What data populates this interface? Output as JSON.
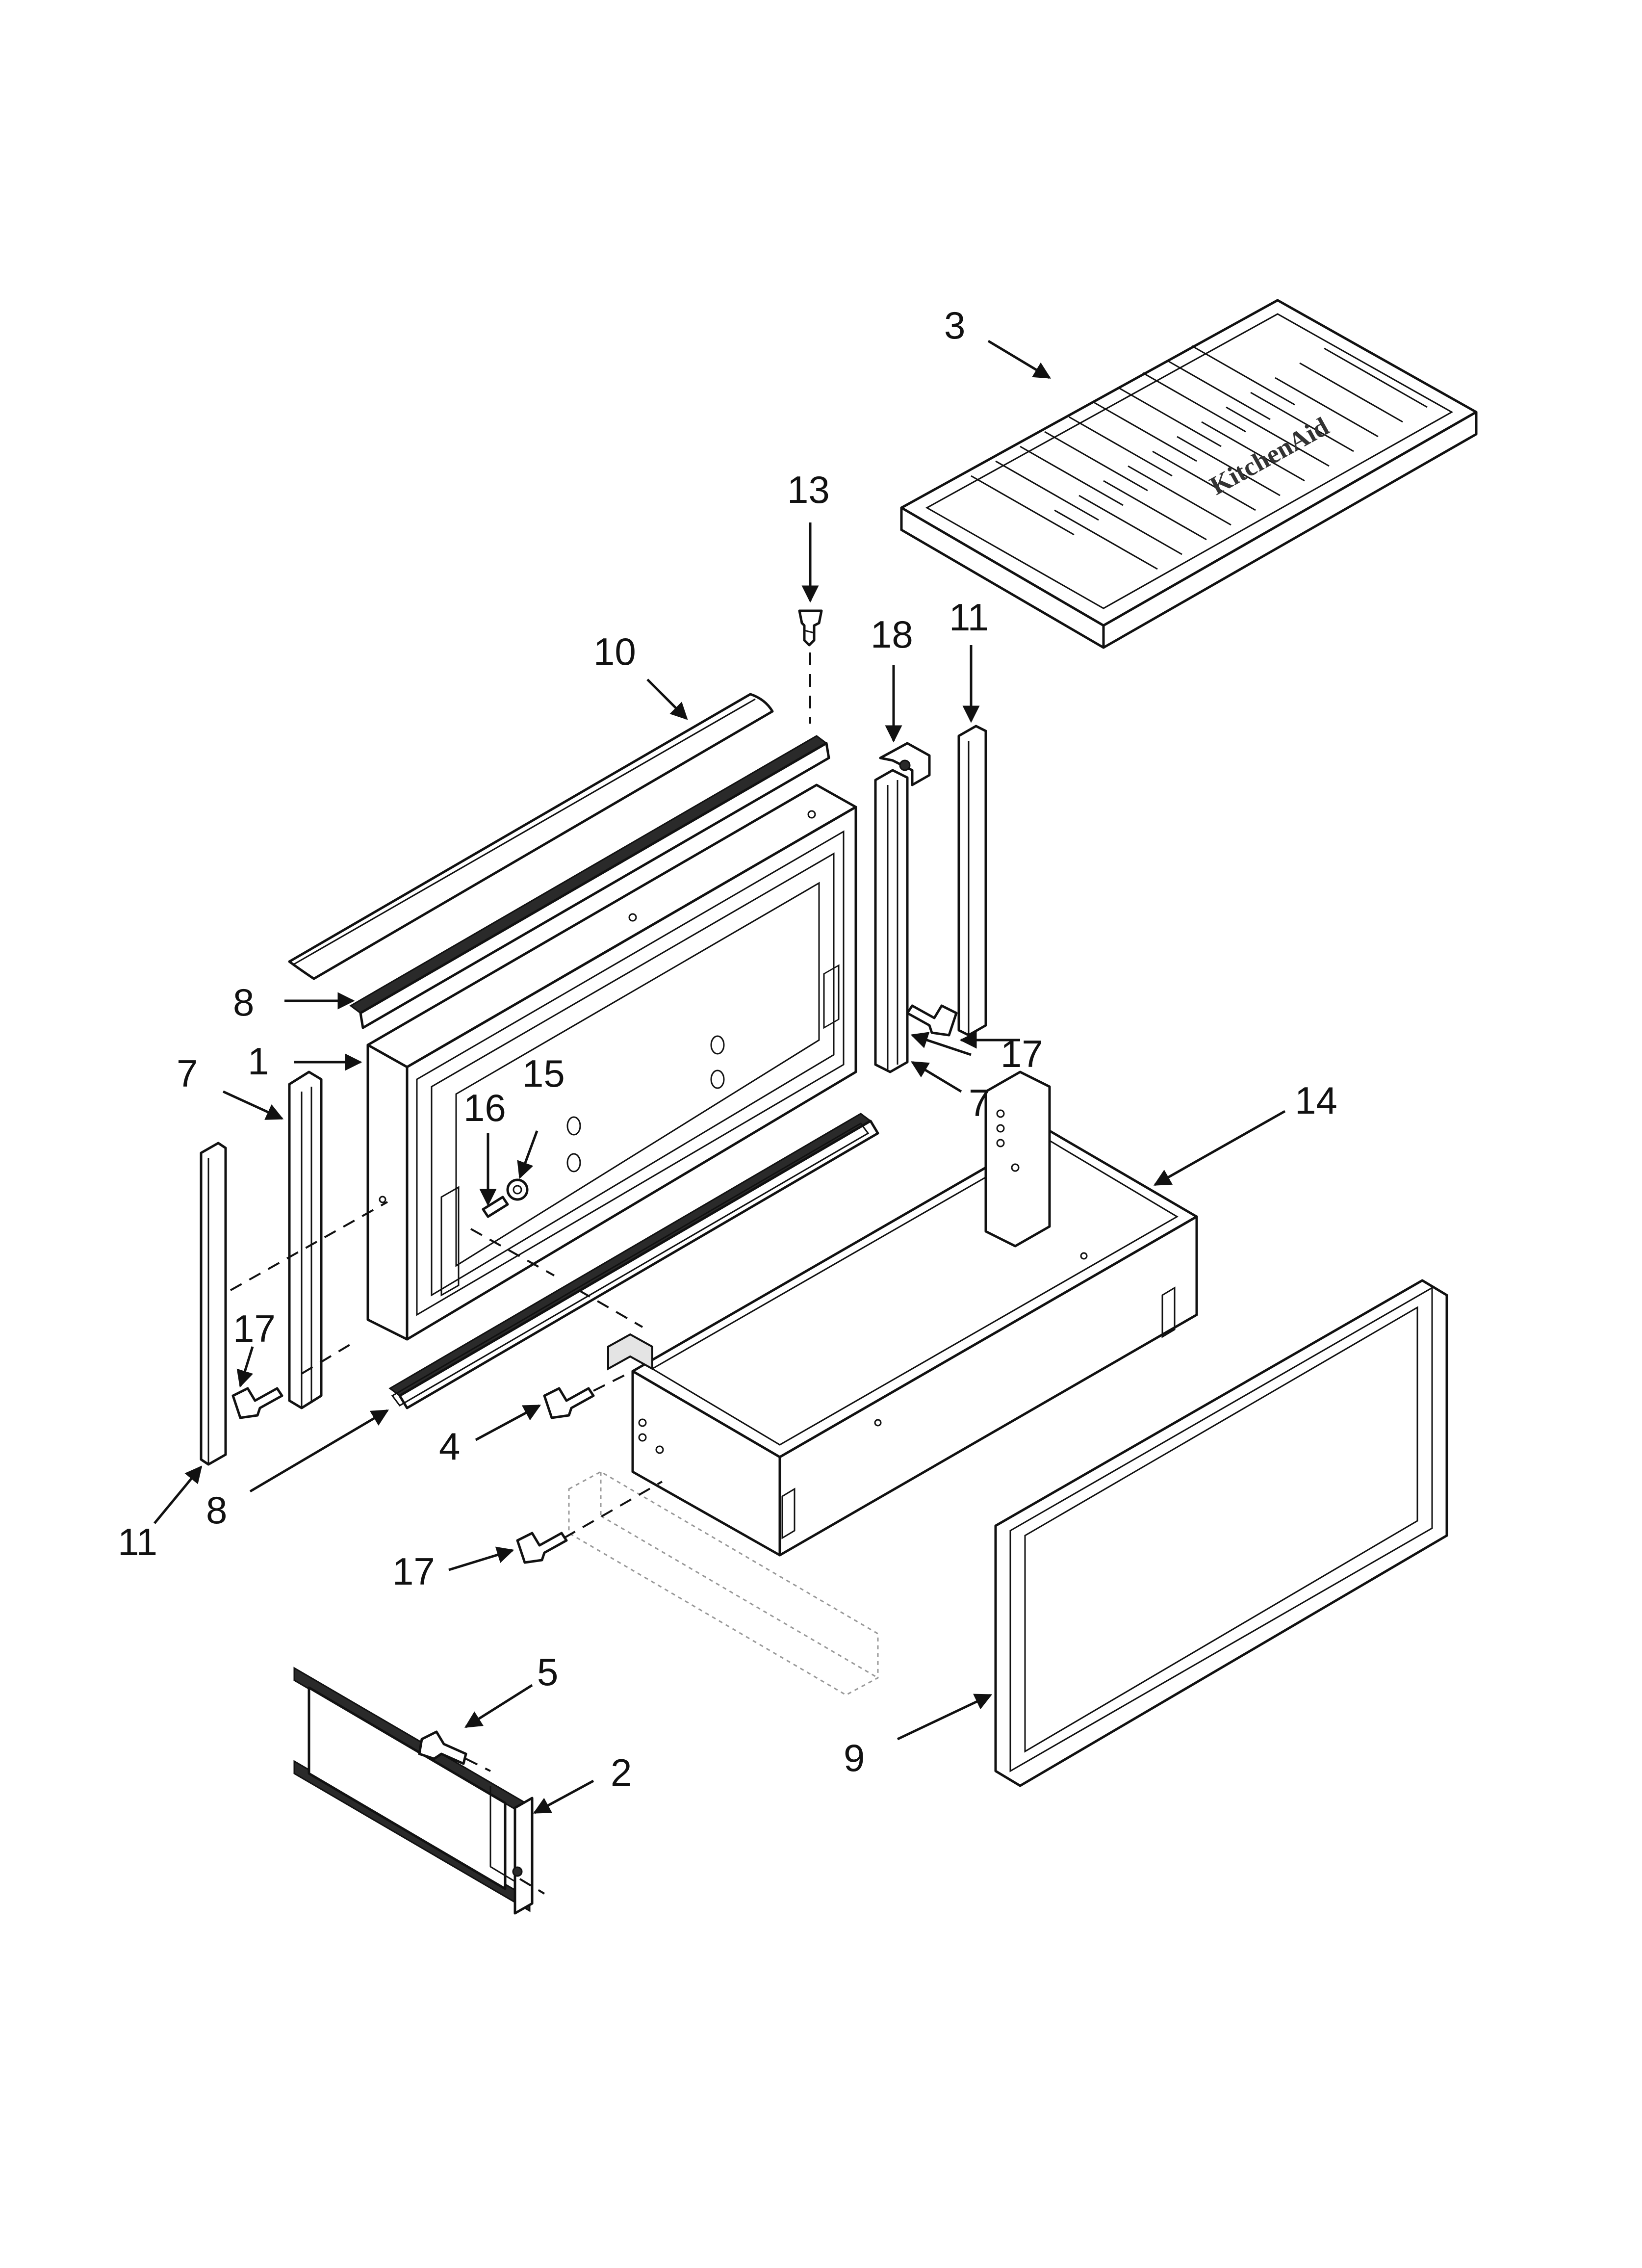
{
  "callouts": {
    "c1": "1",
    "c2": "2",
    "c3": "3",
    "c4": "4",
    "c5": "5",
    "c7a": "7",
    "c7b": "7",
    "c8a": "8",
    "c8b": "8",
    "c9": "9",
    "c10": "10",
    "c11a": "11",
    "c11b": "11",
    "c13": "13",
    "c14": "14",
    "c15": "15",
    "c16": "16",
    "c17a": "17",
    "c17b": "17",
    "c17c": "17",
    "c18": "18"
  },
  "brand_on_grill": "KitchenAid"
}
